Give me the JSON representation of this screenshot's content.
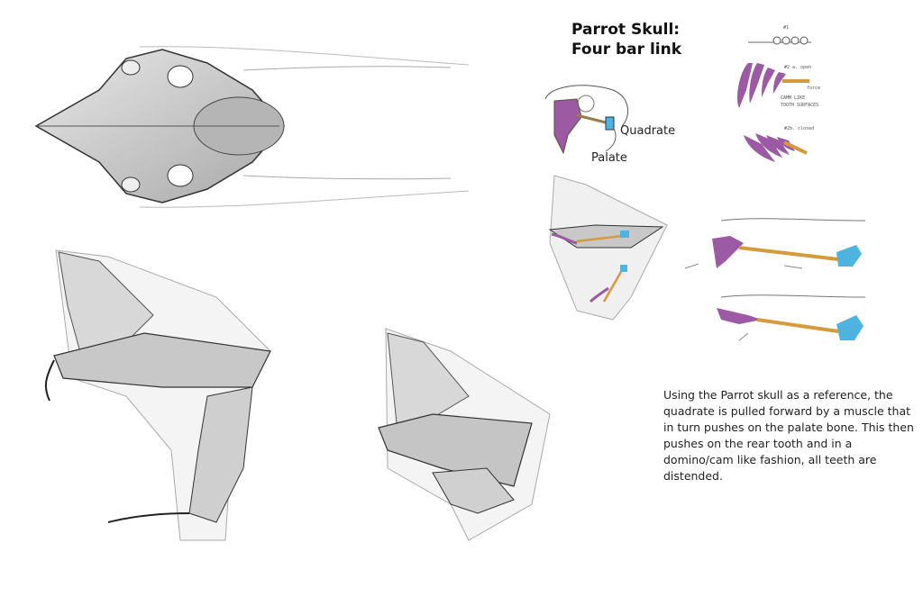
{
  "title": {
    "line1": "Parrot Skull:",
    "line2": "Four bar link"
  },
  "labels": {
    "quadrate": "Quadrate",
    "palate": "Palate"
  },
  "sketch_notes": {
    "step1": "#1",
    "step2a": "#2 a. open",
    "step2a_arrow": "force",
    "cam": "CAMM LIKE",
    "cam2": "TOOTH SURFACES",
    "step2b": "#2b. closed"
  },
  "description": "Using the Parrot skull as a reference, the quadrate is pulled forward by a muscle that in turn pushes on the palate bone. This then pushes on the rear tooth and in a domino/cam like fashion, all teeth are distended.",
  "colors": {
    "teeth_purple": "#9b5aa3",
    "quadrate_blue": "#4fb3df",
    "bone_bar_orange": "#d59a3c",
    "pencil_gray": "#6e6e6e"
  }
}
